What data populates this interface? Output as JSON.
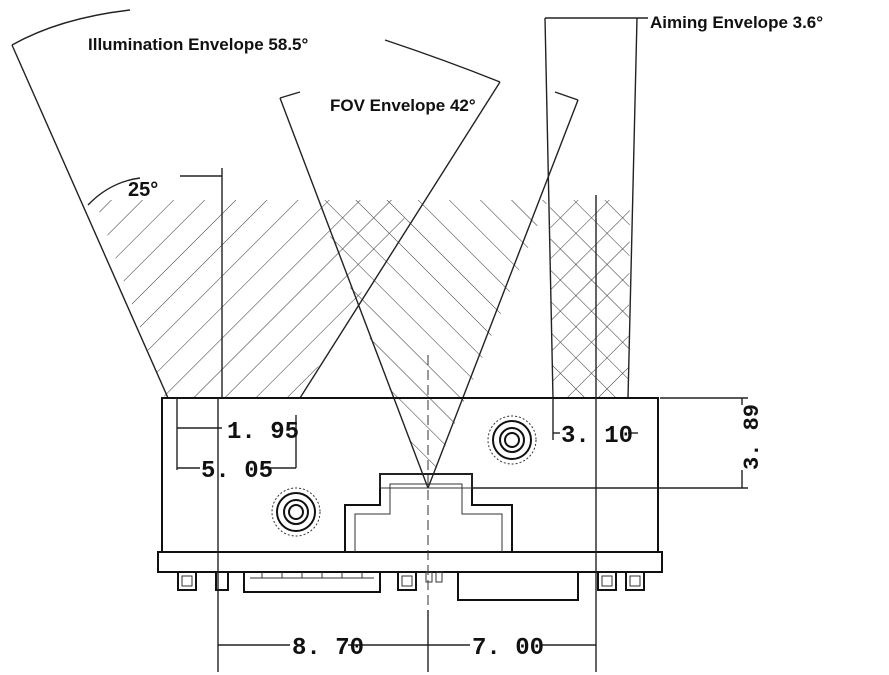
{
  "labels": {
    "illumination": "Illumination Envelope 58.5°",
    "fov": "FOV Envelope 42°",
    "aiming": "Aiming Envelope 3.6°",
    "angle_25": "25°"
  },
  "dimensions": {
    "d_1_95": "1. 95",
    "d_5_05": "5. 05",
    "d_3_10": "3. 10",
    "d_3_89": "3. 89",
    "d_8_70": "8. 70",
    "d_7_00": "7. 00"
  }
}
